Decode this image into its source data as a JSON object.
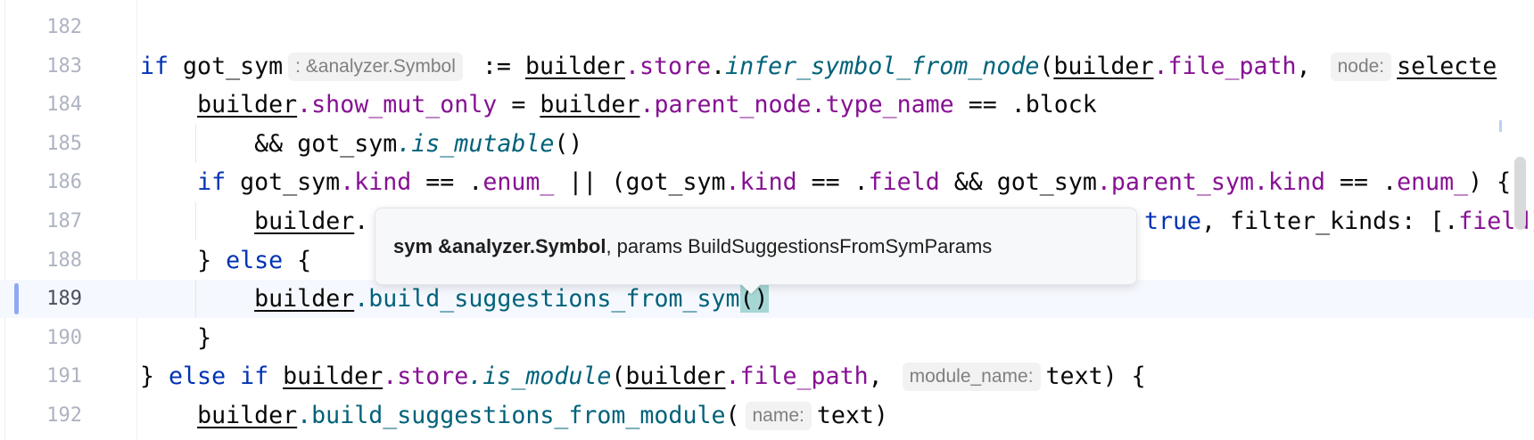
{
  "colors": {
    "keyword": "#0033b3",
    "field": "#871094",
    "function": "#00627a",
    "bracket_highlight": "#a6d7d5",
    "current_line": "#f5f8fe",
    "change_marker": "#8fa8f3"
  },
  "current_line": "189",
  "lines": [
    {
      "num": "182",
      "indent": 0,
      "tokens": []
    },
    {
      "num": "183",
      "indent": 0,
      "tokens": [
        {
          "t": "if",
          "c": "kw"
        },
        {
          "t": " got_sym",
          "c": ""
        },
        {
          "t": ": &analyzer.Symbol",
          "c": "hint"
        },
        {
          "t": " := ",
          "c": ""
        },
        {
          "t": "builder",
          "c": "var"
        },
        {
          "t": ".store",
          "c": "fld"
        },
        {
          "t": ".",
          "c": ""
        },
        {
          "t": "infer_symbol_from_node",
          "c": "fni"
        },
        {
          "t": "(",
          "c": ""
        },
        {
          "t": "builder",
          "c": "var"
        },
        {
          "t": ".file_path",
          "c": "fld"
        },
        {
          "t": ", ",
          "c": ""
        },
        {
          "t": "node:",
          "c": "hint"
        },
        {
          "t": "selecte",
          "c": "var"
        }
      ]
    },
    {
      "num": "184",
      "indent": 4,
      "tokens": [
        {
          "t": "builder",
          "c": "var"
        },
        {
          "t": ".show_mut_only",
          "c": "fld"
        },
        {
          "t": " = ",
          "c": ""
        },
        {
          "t": "builder",
          "c": "var"
        },
        {
          "t": ".parent_node.type_name",
          "c": "fld"
        },
        {
          "t": " == .block",
          "c": ""
        }
      ]
    },
    {
      "num": "185",
      "indent": 8,
      "tokens": [
        {
          "t": "&& got_sym",
          "c": ""
        },
        {
          "t": ".is_mutable",
          "c": "fni"
        },
        {
          "t": "()",
          "c": ""
        }
      ]
    },
    {
      "num": "186",
      "indent": 4,
      "tokens": [
        {
          "t": "if",
          "c": "kw"
        },
        {
          "t": " got_sym",
          "c": ""
        },
        {
          "t": ".kind",
          "c": "fld"
        },
        {
          "t": " == .",
          "c": ""
        },
        {
          "t": "enum_",
          "c": "fld"
        },
        {
          "t": " || (got_sym",
          "c": ""
        },
        {
          "t": ".kind",
          "c": "fld"
        },
        {
          "t": " == .",
          "c": ""
        },
        {
          "t": "field",
          "c": "fld"
        },
        {
          "t": " && got_sym",
          "c": ""
        },
        {
          "t": ".parent_sym.kind",
          "c": "fld"
        },
        {
          "t": " == .",
          "c": ""
        },
        {
          "t": "enum_",
          "c": "fld"
        },
        {
          "t": ") {",
          "c": ""
        }
      ]
    },
    {
      "num": "187",
      "indent": 8,
      "tokens": [
        {
          "t": "builder",
          "c": "var"
        },
        {
          "t": ".",
          "c": ""
        }
      ],
      "tail": [
        {
          "t": "true",
          "c": "kw"
        },
        {
          "t": ", filter_kinds: [.",
          "c": ""
        },
        {
          "t": "field",
          "c": "fld"
        },
        {
          "t": "]",
          "c": ""
        }
      ]
    },
    {
      "num": "188",
      "indent": 4,
      "tokens": [
        {
          "t": "} ",
          "c": ""
        },
        {
          "t": "else",
          "c": "kw"
        },
        {
          "t": " {",
          "c": ""
        }
      ]
    },
    {
      "num": "189",
      "indent": 8,
      "tokens": [
        {
          "t": "builder",
          "c": "var"
        },
        {
          "t": ".build_suggestions_from_sym",
          "c": "fn"
        },
        {
          "t": "()",
          "c": "br"
        }
      ]
    },
    {
      "num": "190",
      "indent": 4,
      "tokens": [
        {
          "t": "}",
          "c": ""
        }
      ]
    },
    {
      "num": "191",
      "indent": 0,
      "tokens": [
        {
          "t": "} ",
          "c": ""
        },
        {
          "t": "else if",
          "c": "kw"
        },
        {
          "t": " ",
          "c": ""
        },
        {
          "t": "builder",
          "c": "var"
        },
        {
          "t": ".store",
          "c": "fld"
        },
        {
          "t": ".is_module",
          "c": "fni"
        },
        {
          "t": "(",
          "c": ""
        },
        {
          "t": "builder",
          "c": "var"
        },
        {
          "t": ".file_path",
          "c": "fld"
        },
        {
          "t": ", ",
          "c": ""
        },
        {
          "t": "module_name:",
          "c": "hint"
        },
        {
          "t": "text) {",
          "c": ""
        }
      ]
    },
    {
      "num": "192",
      "indent": 4,
      "tokens": [
        {
          "t": "builder",
          "c": "var"
        },
        {
          "t": ".build_suggestions_from_module",
          "c": "fn"
        },
        {
          "t": "(",
          "c": ""
        },
        {
          "t": "name:",
          "c": "hint"
        },
        {
          "t": "text)",
          "c": ""
        }
      ]
    }
  ],
  "tooltip": {
    "bold": "sym &analyzer.Symbol",
    "rest": ", params BuildSuggestionsFromSymParams"
  }
}
